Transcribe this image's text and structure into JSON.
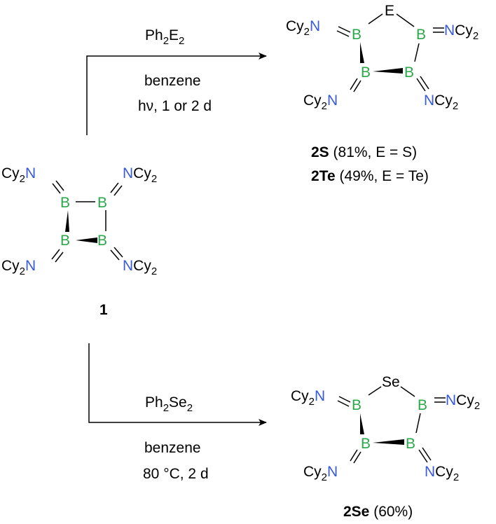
{
  "colors": {
    "nitrogen": "#3a5bd9",
    "boron": "#2aa84a",
    "text": "#000000"
  },
  "atoms": {
    "N": "N",
    "B": "B",
    "E": "E",
    "Se": "Se"
  },
  "substituent": {
    "cy": "Cy",
    "sub2": "2"
  },
  "reaction_top": {
    "reagent_main": "Ph",
    "reagent_sub1": "2",
    "reagent_e": "E",
    "reagent_sub2": "2",
    "solvent": "benzene",
    "conditions": "hν, 1 or 2 d"
  },
  "reaction_bottom": {
    "reagent_main": "Ph",
    "reagent_sub1": "2",
    "reagent_se": "Se",
    "reagent_sub2": "2",
    "solvent": "benzene",
    "conditions": "80 °C, 2 d"
  },
  "compound_1": {
    "label": "1"
  },
  "product_top": {
    "line1_bold": "2S",
    "line1_rest": " (81%, E = S)",
    "line2_bold": "2Te",
    "line2_rest": " (49%, E = Te)"
  },
  "product_bottom": {
    "label_bold": "2Se",
    "label_rest": " (60%)"
  }
}
